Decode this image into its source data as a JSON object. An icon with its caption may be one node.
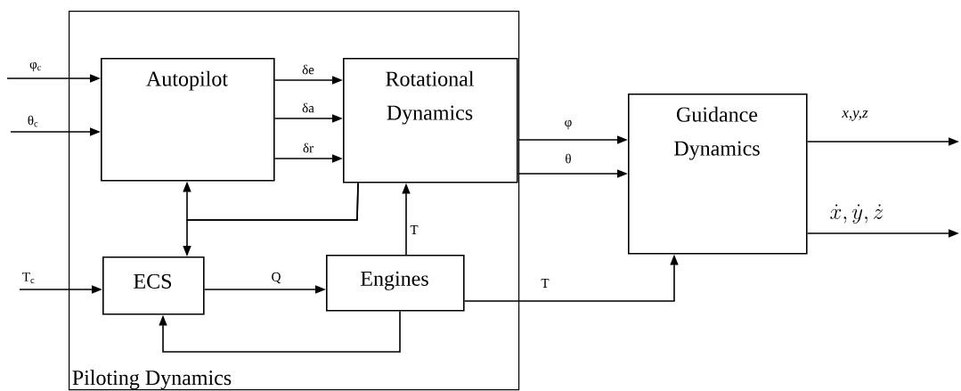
{
  "diagram": {
    "nodes": [
      {
        "text": [
          "Piloting Dynamics"
        ]
      },
      {
        "text": [
          "Autopilot"
        ],
        "in": 0
      },
      {
        "text": [
          "Rotational Dynamics"
        ],
        "in": 0
      },
      {
        "text": [
          "ECS"
        ],
        "in": 0
      },
      {
        "text": [
          "Engines"
        ],
        "in": 0
      },
      {
        "text": [
          "Guidance Dynamics"
        ]
      }
    ],
    "edges": [
      {
        "from": null,
        "to": 1,
        "arrow": "to",
        "label": "φ$_{c}$"
      },
      {
        "from": null,
        "to": 1,
        "arrow": "to",
        "label": "θ$_{c}$"
      },
      {
        "from": null,
        "to": 3,
        "arrow": "to",
        "label": "T$_{c}$"
      },
      {
        "from": 1,
        "to": 2,
        "arrow": "to",
        "label": "δe"
      },
      {
        "from": 1,
        "to": 2,
        "arrow": "to",
        "label": "δa"
      },
      {
        "from": 1,
        "to": 2,
        "arrow": "to",
        "label": "δr"
      },
      {
        "from": 2,
        "to": 1,
        "arrow": "to"
      },
      {
        "from": 2,
        "to": 3,
        "arrow": "to"
      },
      {
        "from": 3,
        "to": 4,
        "arrow": "to",
        "label": "Q"
      },
      {
        "from": 4,
        "to": 2,
        "arrow": "to",
        "label": "T"
      },
      {
        "from": 4,
        "to": 5,
        "arrow": "to",
        "label": "T"
      },
      {
        "from": 4,
        "to": 3,
        "arrow": "to"
      },
      {
        "from": 2,
        "to": 5,
        "arrow": "to",
        "label": "φ"
      },
      {
        "from": 2,
        "to": 5,
        "arrow": "to",
        "label": "θ"
      },
      {
        "from": 5,
        "to": null,
        "arrow": "to",
        "label": "x,y,z"
      },
      {
        "from": 5,
        "to": null,
        "arrow": "to",
        "label": "\\dot{x}, \\dot{y}, \\dot{z}"
      }
    ]
  }
}
